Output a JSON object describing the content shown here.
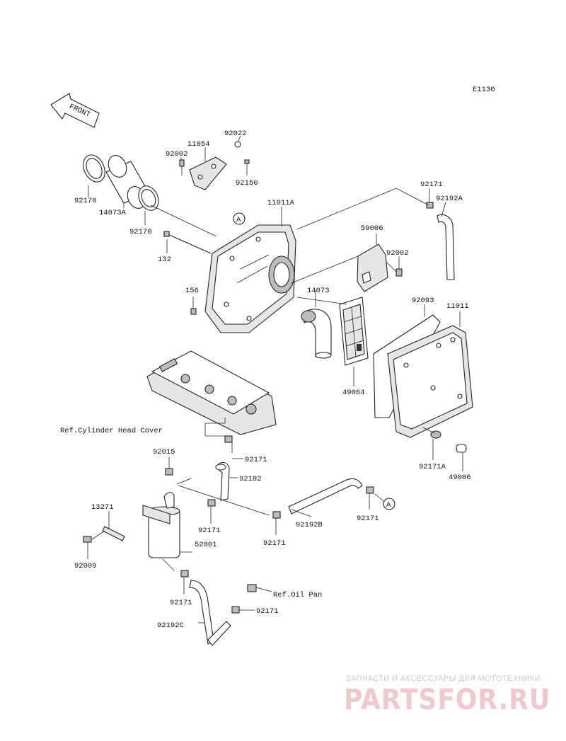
{
  "diagram": {
    "code": "E1130",
    "front_label": "FRONT",
    "callout_a": "A",
    "labels": {
      "p92022": "92022",
      "p11054": "11054",
      "p92002a": "92002",
      "p92150": "92150",
      "p92170a": "92170",
      "p14073A": "14073A",
      "p92170b": "92170",
      "p11011A": "11011A",
      "p132": "132",
      "p156": "156",
      "p92171a": "92171",
      "p92192A": "92192A",
      "p59006": "59006",
      "p92002b": "92002",
      "p14073": "14073",
      "p92093": "92093",
      "p11011": "11011",
      "p49064": "49064",
      "p92171A": "92171A",
      "p49006": "49006",
      "ref_cyl": "Ref.Cylinder Head Cover",
      "p92015": "92015",
      "p92171b": "92171",
      "p92192": "92192",
      "p13271": "13271",
      "p92171c": "92171",
      "p92192B": "92192B",
      "p92171d": "92171",
      "p92171e": "92171",
      "p52001": "52001",
      "p92009": "92009",
      "p92171f": "92171",
      "ref_oil": "Ref.Oil Pan",
      "p92171g": "92171",
      "p92192C": "92192C"
    }
  },
  "watermark": {
    "tagline": "ЗАПЧАСТИ И АКСЕССУАРЫ ДЛЯ МОТОТЕХНИКИ",
    "logo": "PARTSFOR.RU",
    "color": "#e8aeb4"
  }
}
